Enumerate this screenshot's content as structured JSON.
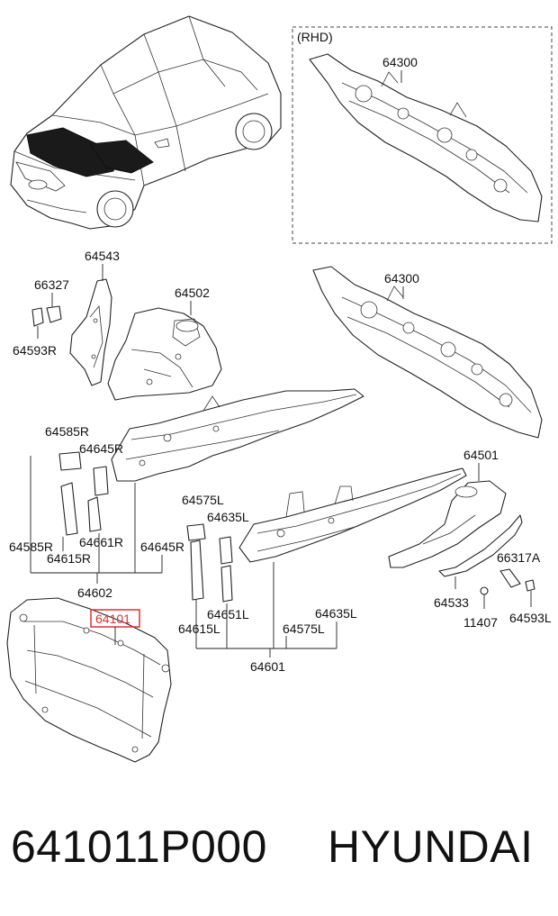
{
  "callouts": {
    "rhd": "(RHD)",
    "p64300_top": "64300",
    "p64543": "64543",
    "p66327": "66327",
    "p64502": "64502",
    "p64300_mid": "64300",
    "p64593R": "64593R",
    "p64585R_top": "64585R",
    "p64645R_top": "64645R",
    "p64575L_top": "64575L",
    "p64635L_top": "64635L",
    "p64501": "64501",
    "p64585R_bot": "64585R",
    "p64661R": "64661R",
    "p64645R_bot": "64645R",
    "p64615R": "64615R",
    "p66317A": "66317A",
    "p64602": "64602",
    "p64101": "64101",
    "p64533": "64533",
    "p11407": "11407",
    "p64593L": "64593L",
    "p64651L": "64651L",
    "p64635L_bot": "64635L",
    "p64615L": "64615L",
    "p64575L_bot": "64575L",
    "p64601": "64601"
  },
  "footer": {
    "part_number": "641011P000",
    "brand": "HYUNDAI"
  },
  "colors": {
    "highlight": "#e03030",
    "line": "#222222",
    "hood_fill": "#1a1a1a"
  }
}
